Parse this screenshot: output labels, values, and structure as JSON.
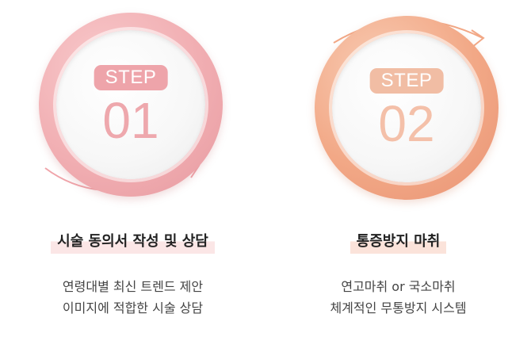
{
  "steps": [
    {
      "badge": "STEP",
      "number": "01",
      "title": "시술 동의서 작성 및 상담",
      "desc_lines": [
        "연령대별 최신 트렌드 제안",
        "이미지에 적합한 시술 상담"
      ],
      "accent": "#eea4aa"
    },
    {
      "badge": "STEP",
      "number": "02",
      "title": "통증방지 마취",
      "desc_lines": [
        "연고마취 or 국소마취",
        "체계적인 무통방지 시스템"
      ],
      "accent": "#f1a886"
    }
  ],
  "icons": [
    "arrow-curve-icon"
  ]
}
